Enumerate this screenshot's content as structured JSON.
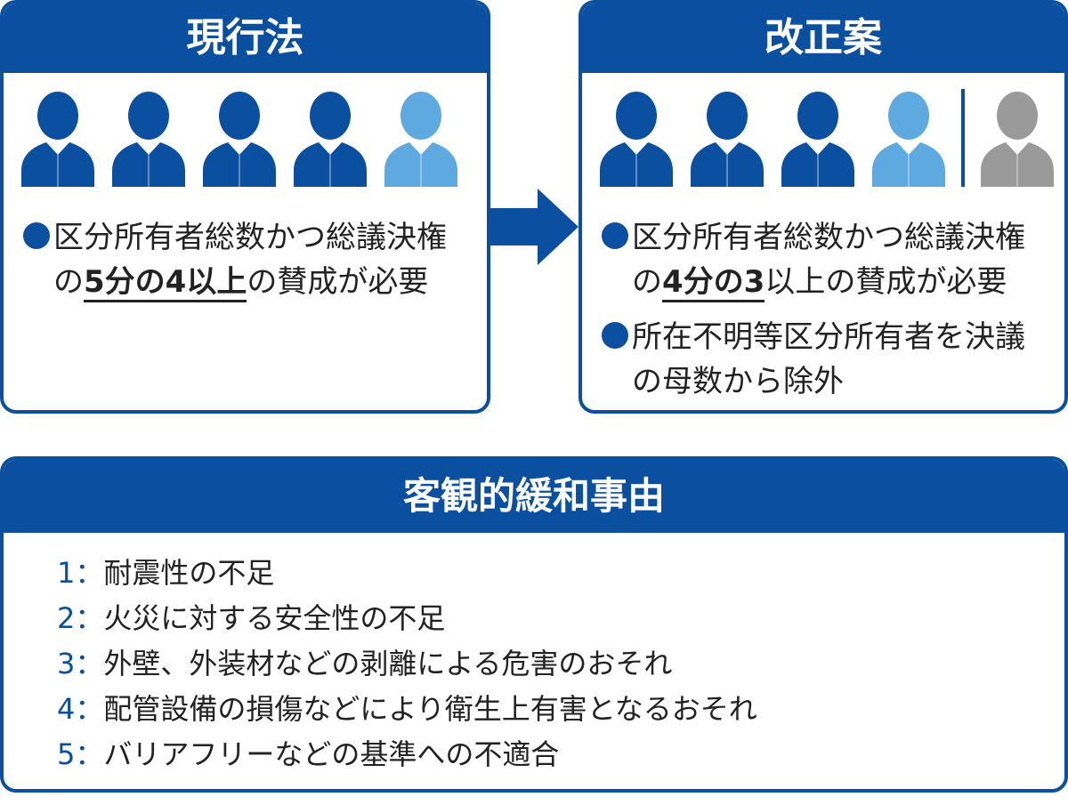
{
  "colors": {
    "primary": "#0a4fa0",
    "person_dark": "#0a4fa0",
    "person_light": "#5ea9df",
    "person_gray": "#9a9a9a"
  },
  "current": {
    "title": "現行法",
    "people": [
      "dark",
      "dark",
      "dark",
      "dark",
      "light"
    ],
    "bullet": {
      "line1": "区分所有者総数かつ総議決権",
      "line2_pre": "の",
      "line2_em": "5分の4以上",
      "line2_post": "の賛成が必要"
    }
  },
  "proposal": {
    "title": "改正案",
    "people": [
      "dark",
      "dark",
      "dark",
      "light"
    ],
    "excluded_people": [
      "gray"
    ],
    "bullet1": {
      "line1": "区分所有者総数かつ総議決権",
      "line2_pre": "の",
      "line2_em": "4分の3",
      "line2_post": "以上の賛成が必要"
    },
    "bullet2": {
      "line1": "所在不明等区分所有者を決議",
      "line2": "の母数から除外"
    }
  },
  "reasons": {
    "title": "客観的緩和事由",
    "items": [
      {
        "num": "1：",
        "text": "耐震性の不足"
      },
      {
        "num": "2：",
        "text": "火災に対する安全性の不足"
      },
      {
        "num": "3：",
        "text": "外壁、外装材などの剥離による危害のおそれ"
      },
      {
        "num": "4：",
        "text": "配管設備の損傷などにより衛生上有害となるおそれ"
      },
      {
        "num": "5：",
        "text": "バリアフリーなどの基準への不適合"
      }
    ]
  }
}
